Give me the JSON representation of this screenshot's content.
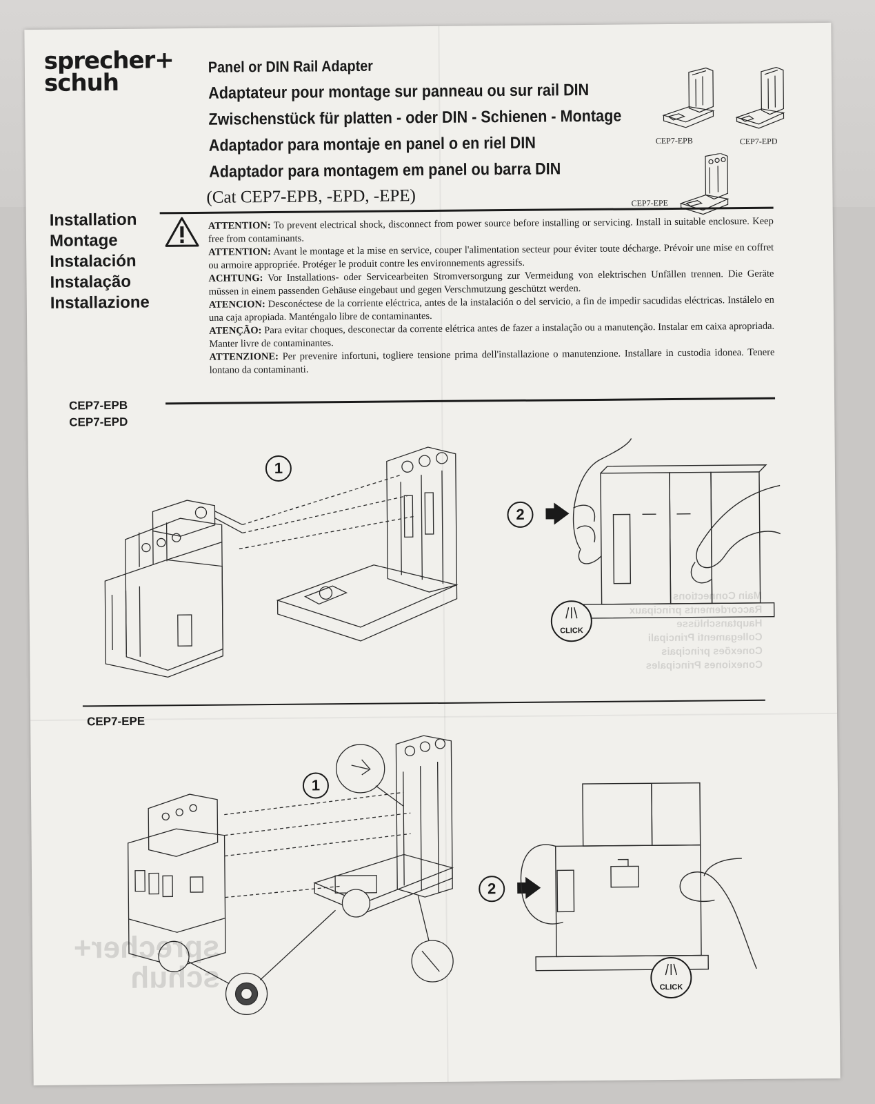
{
  "brand": {
    "line1": "sprecher+",
    "line2": "schuh"
  },
  "titles": [
    "Panel or DIN Rail Adapter",
    "Adaptateur pour montage sur panneau ou sur rail DIN",
    "Zwischenstück für platten - oder DIN - Schienen - Montage",
    "Adaptador para montaje en panel o en riel DIN",
    "Adaptador para montagem em panel ou barra DIN"
  ],
  "catalog": "(Cat CEP7-EPB, -EPD, -EPE)",
  "installation_labels": [
    "Installation",
    "Montage",
    "Instalación",
    "Instalação",
    "Installazione"
  ],
  "products": {
    "epb": "CEP7-EPB",
    "epd": "CEP7-EPD",
    "epe": "CEP7-EPE"
  },
  "warnings": [
    {
      "label": "ATTENTION:",
      "text": " To prevent electrical shock, disconnect from power source before installing or servicing. Install in suitable enclosure. Keep free from contaminants."
    },
    {
      "label": "ATTENTION:",
      "text": " Avant le montage et la mise en service, couper l'alimentation secteur pour éviter toute décharge. Prévoir une mise en coffret ou armoire appropriée. Protéger le produit contre les environnements agressifs."
    },
    {
      "label": "ACHTUNG:",
      "text": " Vor Installations- oder Servicearbeiten Stromversorgung zur Vermeidung von elektrischen Unfällen trennen. Die Geräte müssen in einem passenden Gehäuse eingebaut und gegen Verschmutzung geschützt werden."
    },
    {
      "label": "ATENCION:",
      "text": " Desconéctese de la corriente eléctrica, antes de la instalación o del servicio, a fin de impedir sacudidas eléctricas. Instálelo en una caja apropiada. Manténgalo libre de contaminantes."
    },
    {
      "label": "ATENÇÃO:",
      "text": " Para evitar choques, desconectar da corrente elétrica antes de fazer a instalação ou a manutenção. Instalar em caixa apropriada. Manter livre de contaminantes."
    },
    {
      "label": "ATTENZIONE:",
      "text": " Per prevenire infortuni, togliere tensione prima dell'installazione o manutenzione. Installare in custodia idonea. Tenere lontano da contaminanti."
    }
  ],
  "section1": {
    "label1": "CEP7-EPB",
    "label2": "CEP7-EPD",
    "step1": "1",
    "step2": "2",
    "click": "CLICK"
  },
  "section2": {
    "label": "CEP7-EPE",
    "step1": "1",
    "step2": "2",
    "click": "CLICK"
  },
  "icons": {
    "warning": "warning-triangle-icon",
    "push": "push-arrow-icon"
  }
}
